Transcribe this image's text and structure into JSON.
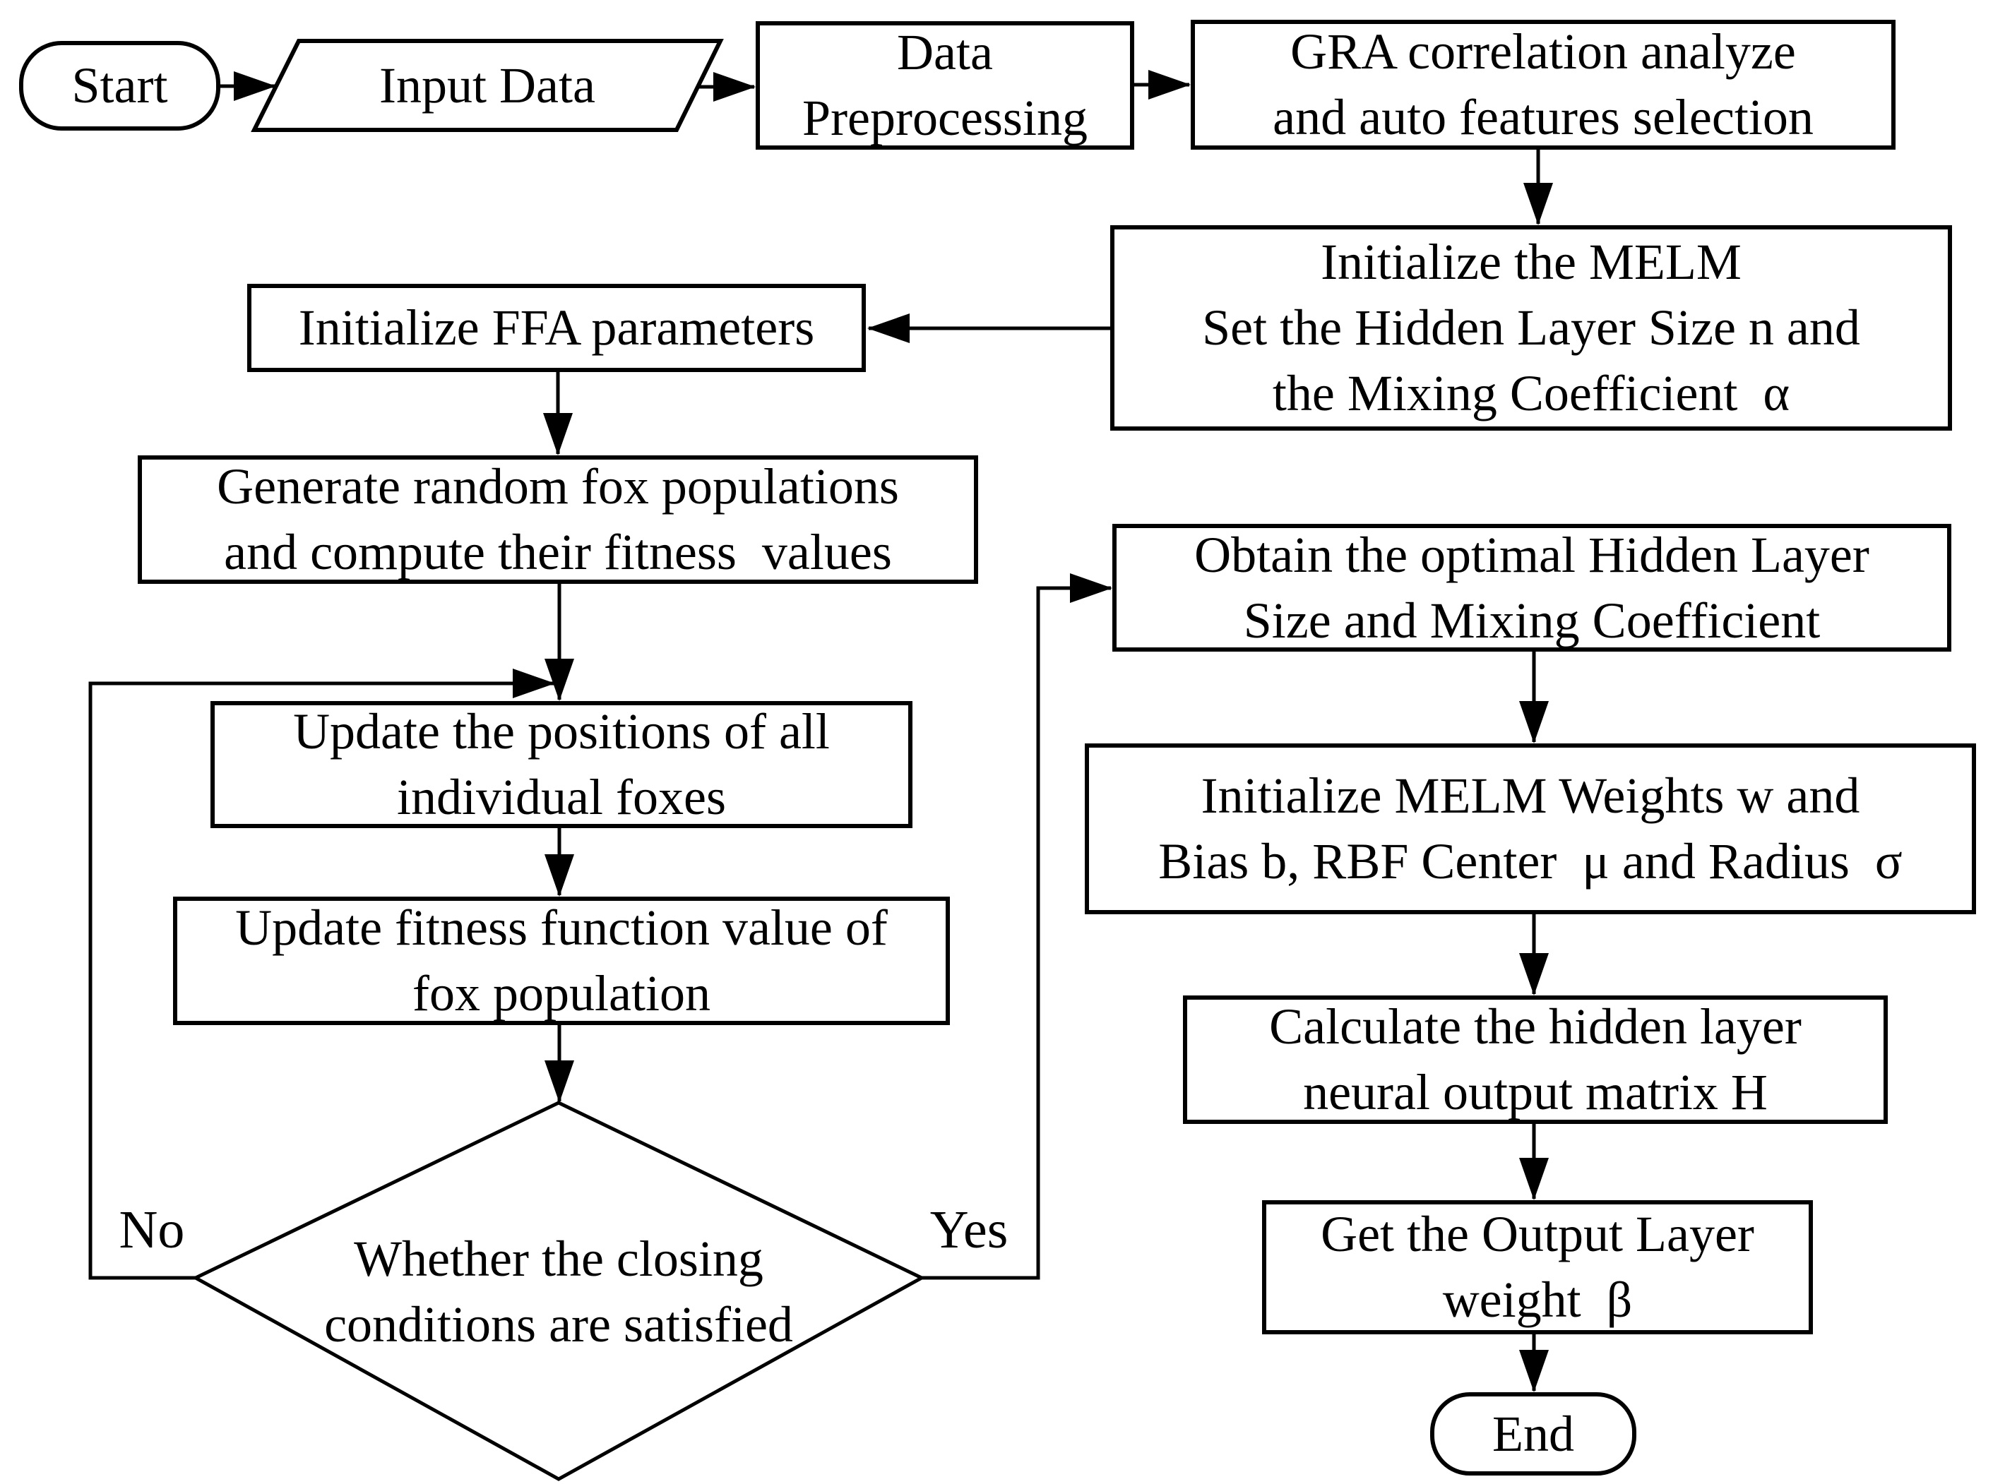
{
  "colors": {
    "stroke": "#000000",
    "fill": "#ffffff"
  },
  "nodes": {
    "start": {
      "label": "Start"
    },
    "input_data": {
      "label": "Input Data"
    },
    "data_preprocessing": {
      "label": "Data\nPreprocessing"
    },
    "gra_selection": {
      "label": "GRA correlation analyze\nand auto features selection"
    },
    "melm_init": {
      "label": "Initialize the MELM\nSet the Hidden Layer Size n and\nthe Mixing Coefficient  α"
    },
    "ffa_init": {
      "label": "Initialize FFA parameters"
    },
    "generate_foxes": {
      "label": "Generate random fox populations\nand compute their fitness  values"
    },
    "update_positions": {
      "label": "Update the positions of all\nindividual foxes"
    },
    "update_fitness": {
      "label": "Update fitness function value of\nfox population"
    },
    "closing_decision": {
      "label": "Whether the closing\nconditions are satisfied"
    },
    "obtain_optimal": {
      "label": "Obtain the optimal Hidden Layer\nSize and Mixing Coefficient"
    },
    "melm_weights": {
      "label": "Initialize MELM Weights w and\nBias b, RBF Center  μ and Radius  σ"
    },
    "calc_hidden": {
      "label": "Calculate the hidden layer\nneural output matrix H"
    },
    "output_weight": {
      "label": "Get the Output Layer\nweight  β"
    },
    "end": {
      "label": "End"
    }
  },
  "edge_labels": {
    "no": "No",
    "yes": "Yes"
  }
}
